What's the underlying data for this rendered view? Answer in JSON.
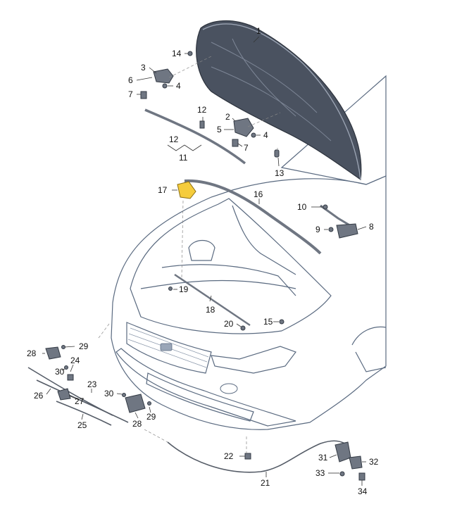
{
  "colors": {
    "car_fill": "#e8eef6",
    "car_stroke": "#5a6a80",
    "hood_fill": "#4a5260",
    "part_fill": "#6f7682",
    "highlight": "#f5cc3c",
    "label": "#111111"
  },
  "labels": {
    "p1": "1",
    "p2": "2",
    "p3": "3",
    "p4a": "4",
    "p4b": "4",
    "p5": "5",
    "p6": "6",
    "p7a": "7",
    "p7b": "7",
    "p8": "8",
    "p9": "9",
    "p10": "10",
    "p11": "11",
    "p12a": "12",
    "p12b": "12",
    "p13": "13",
    "p14": "14",
    "p15": "15",
    "p16": "16",
    "p17": "17",
    "p18": "18",
    "p19": "19",
    "p20": "20",
    "p21": "21",
    "p22": "22",
    "p23": "23",
    "p24": "24",
    "p25": "25",
    "p26": "26",
    "p27": "27",
    "p28a": "28",
    "p28b": "28",
    "p29a": "29",
    "p29b": "29",
    "p30a": "30",
    "p30b": "30",
    "p31": "31",
    "p32": "32",
    "p33": "33",
    "p34": "34"
  }
}
